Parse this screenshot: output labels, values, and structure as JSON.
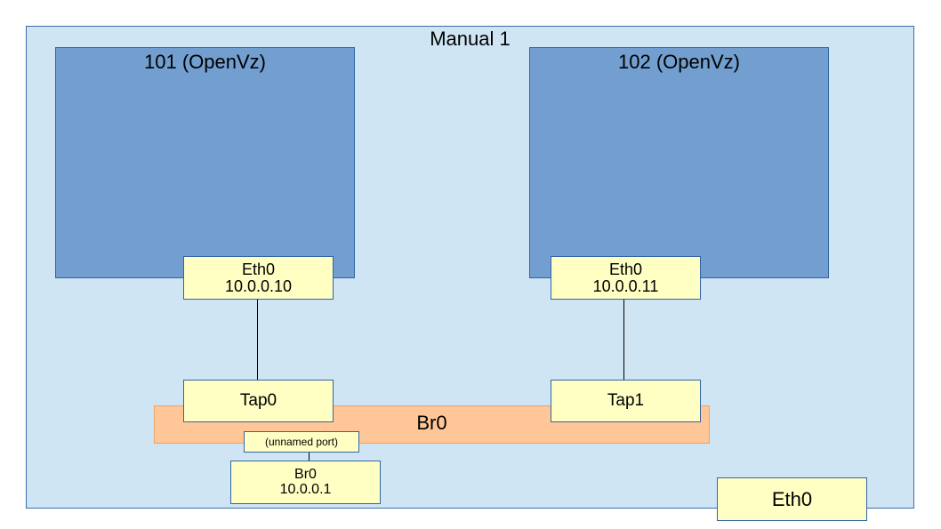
{
  "host": {
    "title": "Manual 1"
  },
  "vms": [
    {
      "title": "101 (OpenVz)",
      "iface_name": "Eth0",
      "iface_ip": "10.0.0.10"
    },
    {
      "title": "102 (OpenVz)",
      "iface_name": "Eth0",
      "iface_ip": "10.0.0.11"
    }
  ],
  "bridge": {
    "label": "Br0",
    "taps": [
      "Tap0",
      "Tap1"
    ],
    "port_label": "(unnamed port)",
    "iface_name": "Br0",
    "iface_ip": "10.0.0.1"
  },
  "host_iface": {
    "label": "Eth0"
  },
  "colors": {
    "host_bg": "#cfe5f3",
    "vm_bg": "#729fcf",
    "iface_bg": "#ffffc4",
    "bridge_bg": "#ffc697",
    "border": "#3465a4"
  }
}
